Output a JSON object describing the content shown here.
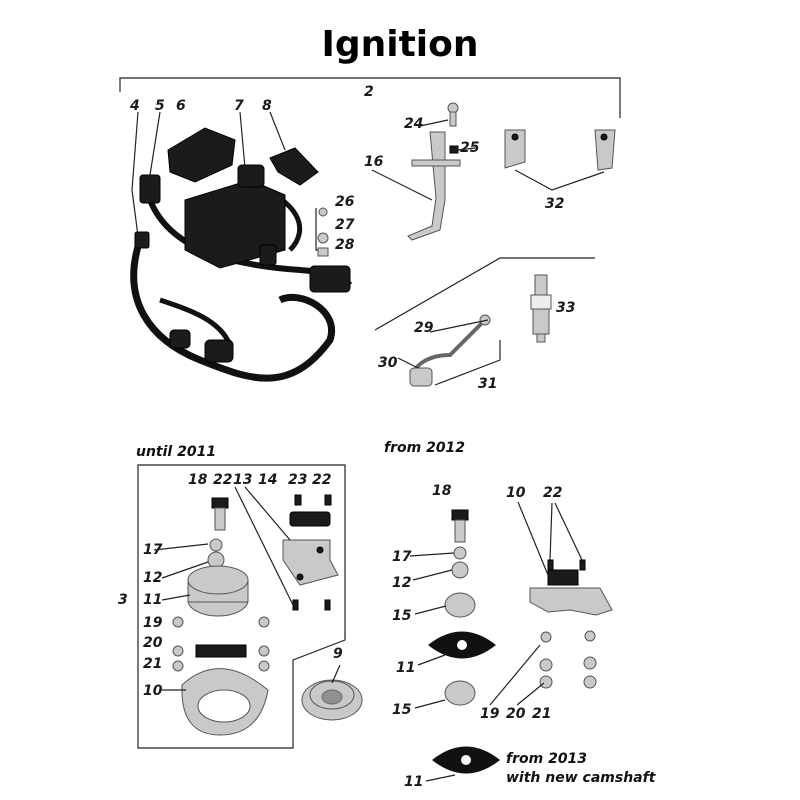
{
  "title": "Ignition",
  "sections": {
    "until": "until  2011",
    "from2012": "from 2012",
    "from2013_line1": "from 2013",
    "from2013_line2": "with new camshaft"
  },
  "labels": {
    "n2": "2",
    "n4": "4",
    "n5": "5",
    "n6": "6",
    "n7": "7",
    "n8": "8",
    "n24": "24",
    "n25": "25",
    "n16": "16",
    "n32": "32",
    "n26": "26",
    "n27": "27",
    "n28": "28",
    "n29": "29",
    "n30": "30",
    "n31": "31",
    "n33": "33",
    "a18": "18",
    "a22a": "22",
    "a13": "13",
    "a14": "14",
    "a23": "23",
    "a22b": "22",
    "a17": "17",
    "a12": "12",
    "a3": "3",
    "a11": "11",
    "a19": "19",
    "a20": "20",
    "a21": "21",
    "a10": "10",
    "a9": "9",
    "b18": "18",
    "b10": "10",
    "b22": "22",
    "b17": "17",
    "b12": "12",
    "b15a": "15",
    "b11a": "11",
    "b15b": "15",
    "b19": "19",
    "b20": "20",
    "b21": "21",
    "b11c": "11"
  }
}
